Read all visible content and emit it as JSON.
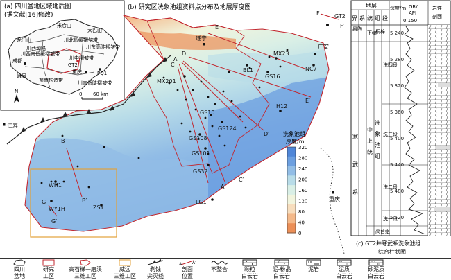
{
  "inset_map": {
    "title": "(a) 四川盆地区域地质图",
    "subtitle": "(据文献[16]修改)",
    "regions": [
      "米仓山",
      "大巴山",
      "龙门山",
      "川北低缓褶皱带",
      "川东高陡褶皱带",
      "川中褶皱带",
      "川西南低缓褶皱带",
      "川西坳陷",
      "川南低陡褶皱带",
      "蜀南构造带",
      "峨眉"
    ],
    "city_labels": [
      "成都",
      "重庆"
    ],
    "well_labels": [
      "GT2",
      "PQ1"
    ],
    "region_chars": [
      "门",
      "米仓山",
      "大巴",
      "山",
      "山",
      "川",
      "北",
      "低",
      "缓",
      "褶",
      "皱",
      "带",
      "川东高陡",
      "褶皱带",
      "川",
      "西",
      "坳",
      "陷",
      "中",
      "褶",
      "皱",
      "带",
      "川",
      "南",
      "低",
      "陡",
      "褶",
      "皱",
      "带",
      "峨",
      "眉",
      "蜀南",
      "构造带",
      "川中"
    ],
    "scale_label": "60 km",
    "scale_zero": "0",
    "north_label": "N"
  },
  "main_map": {
    "title": "(b) 研究区洗象池组资料点分布及地层厚度图",
    "wells": [
      {
        "name": "GT2"
      },
      {
        "name": "MX23"
      },
      {
        "name": "BL1"
      },
      {
        "name": "GS16"
      },
      {
        "name": "NC7"
      },
      {
        "name": "MX201"
      },
      {
        "name": "H12"
      },
      {
        "name": "GS10"
      },
      {
        "name": "GS124"
      },
      {
        "name": "GS108"
      },
      {
        "name": "GS101"
      },
      {
        "name": "GS32"
      },
      {
        "name": "WH1"
      },
      {
        "name": "WY1H"
      },
      {
        "name": "ZS1"
      },
      {
        "name": "LG1"
      }
    ],
    "cities": [
      {
        "name": "遂宁"
      },
      {
        "name": "广安"
      },
      {
        "name": "仁寿"
      },
      {
        "name": "重庆"
      }
    ],
    "section_labels": [
      "A",
      "A′",
      "B",
      "B′",
      "C",
      "C′",
      "D",
      "D′",
      "E",
      "E′",
      "F",
      "F′",
      "G",
      "G′"
    ],
    "colorbar": {
      "title_line1": "洗象池组",
      "title_line2": "厚度/m",
      "ticks": [
        "320",
        "280",
        "240",
        "200",
        "160",
        "120",
        "80",
        "40",
        "0"
      ],
      "colors": [
        "#4f86d8",
        "#6c9fe0",
        "#92bde6",
        "#b8dce8",
        "#d9efe6",
        "#f1f4dd",
        "#f7ddbd",
        "#f4b98a",
        "#ec8f57"
      ]
    }
  },
  "column": {
    "title_line1": "(c) GT2井寒武系洗象池组",
    "title_line2": "综合柱状图",
    "headers": {
      "jie": "界",
      "xi": "系",
      "tong": "统",
      "zu": "组",
      "duan": "段",
      "depth": "深度/m",
      "gr": "GR/\nAPI",
      "gr_scale": "0   150",
      "lith": "岩性\n剖面"
    },
    "upper_label": "奥陶系",
    "lower_tong": "下统",
    "tongzi": "桐梓组",
    "hanwu": "寒武系",
    "zhongshang": "中上统",
    "xixiangchi": "洗象池组",
    "duan4": "洗四段",
    "duan3": "洗三段",
    "duan2": "洗二段",
    "duan1": "洗一段",
    "gaotai": "高台组",
    "depths": [
      "5 240",
      "5 280",
      "5 320",
      "5 360",
      "5 400",
      "5 440",
      "5 480",
      "5 520"
    ]
  },
  "legend": [
    {
      "label": "四川\n盆地"
    },
    {
      "label": "研究\n工区"
    },
    {
      "label": "高石梯—磨溪\n三维工区"
    },
    {
      "label": "威远\n三维工区"
    },
    {
      "label": "剥蚀\n尖灭线"
    },
    {
      "label": "剖面\n位置"
    },
    {
      "label": "不整合"
    },
    {
      "label": "颗粒\n白云岩"
    },
    {
      "label": "泥-粉晶\n白云岩"
    },
    {
      "label": "泥岩"
    },
    {
      "label": "泥质\n白云岩"
    },
    {
      "label": "砂泥质\n白云岩"
    }
  ],
  "colors": {
    "outline_red": "#c2262e",
    "frame_orange": "#e3a23a",
    "fault_dark": "#222222"
  }
}
